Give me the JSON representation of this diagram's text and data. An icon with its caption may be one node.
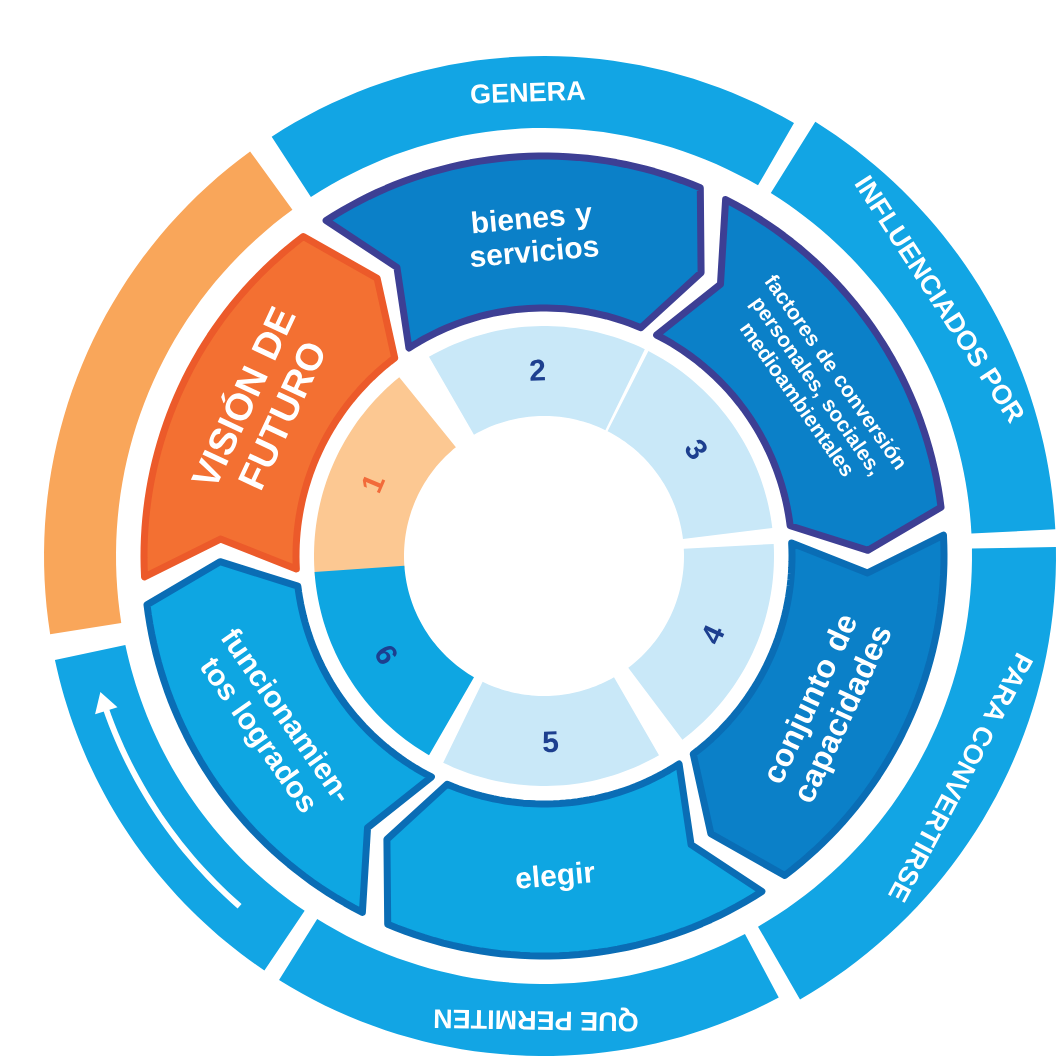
{
  "diagram": {
    "nodes": [
      {
        "text": [
          "VISIÓN DE FUTURO"
        ]
      },
      {
        "text": [
          "bienes y servicios"
        ]
      },
      {
        "text": [
          "factores de conversión personales, sociales, medioambientales"
        ]
      },
      {
        "text": [
          "conjunto de capacidades"
        ]
      },
      {
        "text": [
          "elegir"
        ]
      },
      {
        "text": [
          "funcionamien- tos logrados"
        ]
      },
      {
        "text": [
          "1"
        ]
      },
      {
        "text": [
          "2"
        ]
      },
      {
        "text": [
          "3"
        ]
      },
      {
        "text": [
          "4"
        ]
      },
      {
        "text": [
          "5"
        ]
      },
      {
        "text": [
          "6"
        ]
      },
      {
        "text": [
          "GENERA"
        ]
      },
      {
        "text": [
          "INFLUENCIADOS POR"
        ]
      },
      {
        "text": [
          "PARA CONVERTIRSE"
        ]
      },
      {
        "text": [
          "QUE PERMITEN"
        ]
      },
      {
        "text": [],
        "shape": "bar"
      },
      {
        "text": [],
        "shape": "bar"
      }
    ]
  }
}
